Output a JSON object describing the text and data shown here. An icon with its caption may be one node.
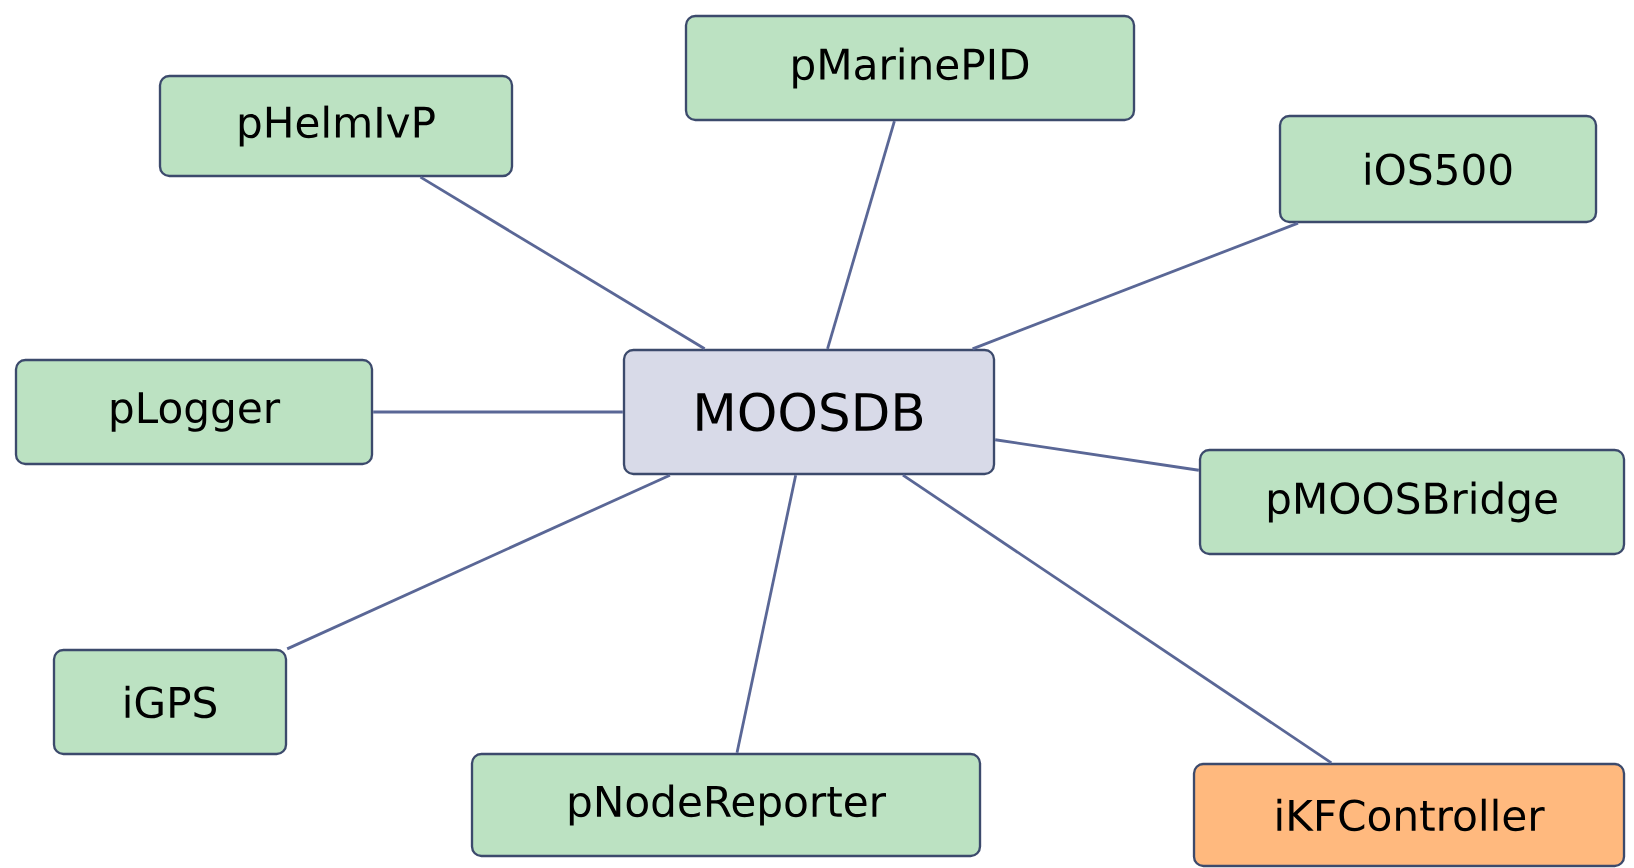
{
  "diagram": {
    "nodes": [
      {
        "text": [
          "pMarinePID"
        ]
      },
      {
        "text": [
          "pHelmIvP"
        ]
      },
      {
        "text": [
          "iOS500"
        ]
      },
      {
        "text": [
          "pLogger"
        ]
      },
      {
        "text": [
          "MOOSDB"
        ]
      },
      {
        "text": [
          "pMOOSBridge"
        ]
      },
      {
        "text": [
          "iGPS"
        ]
      },
      {
        "text": [
          "pNodeReporter"
        ]
      },
      {
        "text": [
          "iKFController"
        ]
      }
    ],
    "edges": [
      {
        "from": 4,
        "to": 0,
        "arrow": "none"
      },
      {
        "from": 4,
        "to": 1,
        "arrow": "none"
      },
      {
        "from": 4,
        "to": 2,
        "arrow": "none"
      },
      {
        "from": 4,
        "to": 3,
        "arrow": "none"
      },
      {
        "from": 4,
        "to": 5,
        "arrow": "none"
      },
      {
        "from": 4,
        "to": 6,
        "arrow": "none"
      },
      {
        "from": 4,
        "to": 7,
        "arrow": "none"
      },
      {
        "from": 4,
        "to": 8,
        "arrow": "none"
      }
    ]
  }
}
